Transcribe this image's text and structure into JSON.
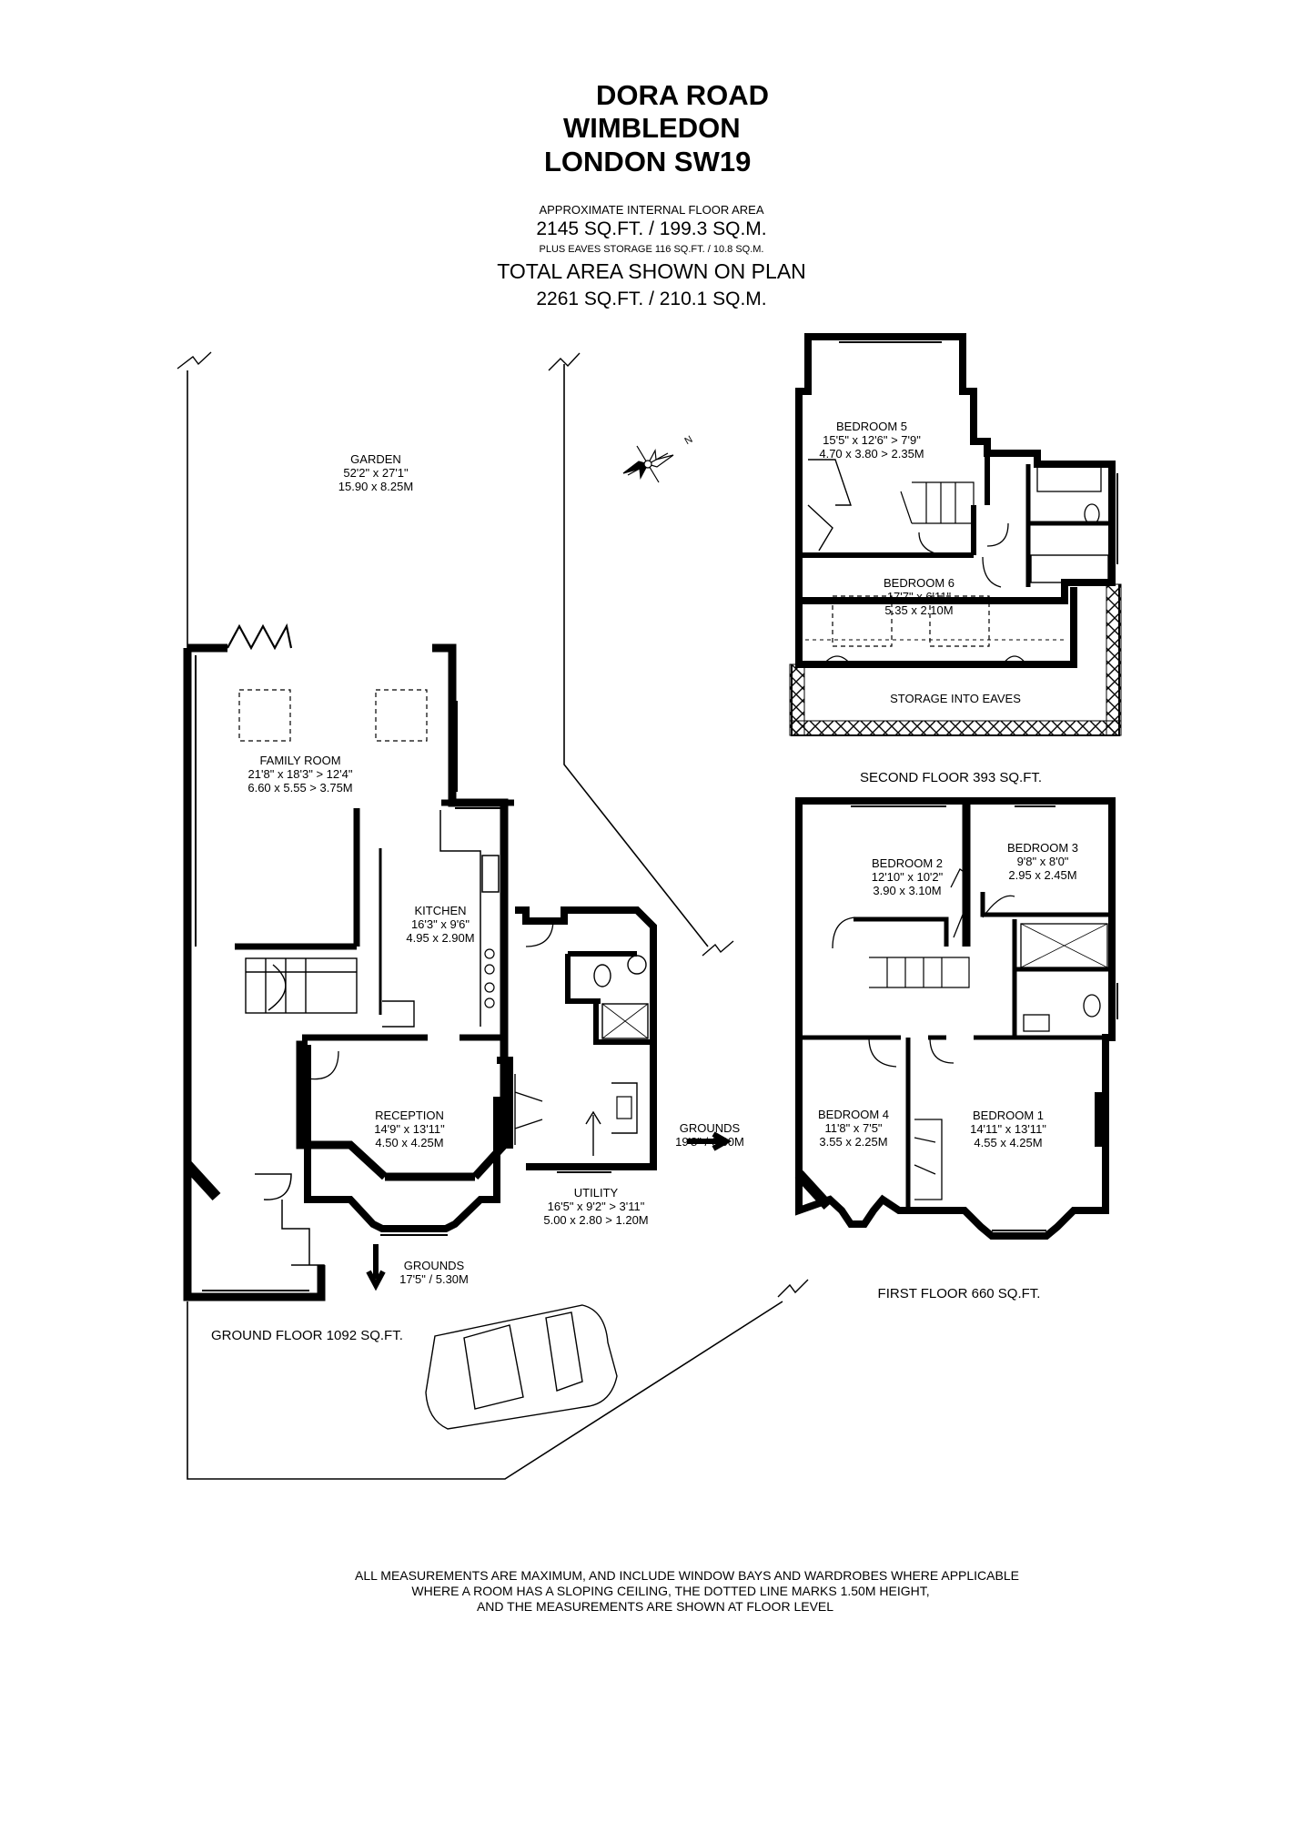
{
  "title": {
    "line1": "DORA ROAD",
    "line2": "WIMBLEDON",
    "line3": "LONDON SW19"
  },
  "area": {
    "label": "APPROXIMATE INTERNAL FLOOR AREA",
    "internal": "2145 SQ.FT. / 199.3 SQ.M.",
    "eaves": "PLUS EAVES STORAGE 116 SQ.FT. / 10.8 SQ.M.",
    "total_label": "TOTAL AREA SHOWN ON PLAN",
    "total": "2261 SQ.FT. / 210.1 SQ.M."
  },
  "rooms": {
    "garden": {
      "name": "GARDEN",
      "imperial": "52'2\" x 27'1\"",
      "metric": "15.90 x 8.25M"
    },
    "family_room": {
      "name": "FAMILY ROOM",
      "imperial": "21'8\" x 18'3\" > 12'4\"",
      "metric": "6.60 x 5.55 > 3.75M"
    },
    "kitchen": {
      "name": "KITCHEN",
      "imperial": "16'3\" x 9'6\"",
      "metric": "4.95 x 2.90M"
    },
    "reception": {
      "name": "RECEPTION",
      "imperial": "14'9\" x 13'11\"",
      "metric": "4.50 x 4.25M"
    },
    "utility": {
      "name": "UTILITY",
      "imperial": "16'5\" x 9'2\" > 3'11\"",
      "metric": "5.00 x 2.80 > 1.20M"
    },
    "grounds_side": {
      "name": "GROUNDS",
      "dims": "19'8\" / 6.00M"
    },
    "grounds_front": {
      "name": "GROUNDS",
      "dims": "17'5\" / 5.30M"
    },
    "bedroom5": {
      "name": "BEDROOM 5",
      "imperial": "15'5\" x 12'6\" > 7'9\"",
      "metric": "4.70 x 3.80 > 2.35M"
    },
    "bedroom6": {
      "name": "BEDROOM 6",
      "imperial": "17'7\" x 6'11\"",
      "metric": "5.35 x 2.10M"
    },
    "storage": {
      "name": "STORAGE INTO EAVES"
    },
    "bedroom2": {
      "name": "BEDROOM 2",
      "imperial": "12'10\" x 10'2\"",
      "metric": "3.90 x 3.10M"
    },
    "bedroom3": {
      "name": "BEDROOM 3",
      "imperial": "9'8\" x 8'0\"",
      "metric": "2.95 x 2.45M"
    },
    "bedroom4": {
      "name": "BEDROOM 4",
      "imperial": "11'8\" x 7'5\"",
      "metric": "3.55 x 2.25M"
    },
    "bedroom1": {
      "name": "BEDROOM 1",
      "imperial": "14'11\" x 13'11\"",
      "metric": "4.55 x 4.25M"
    }
  },
  "floors": {
    "ground": "GROUND FLOOR 1092 SQ.FT.",
    "first": "FIRST FLOOR 660 SQ.FT.",
    "second": "SECOND FLOOR 393 SQ.FT."
  },
  "compass": {
    "label": "N"
  },
  "notes": {
    "line1": "ALL MEASUREMENTS ARE MAXIMUM, AND INCLUDE WINDOW BAYS AND WARDROBES WHERE APPLICABLE",
    "line2": "WHERE A ROOM HAS A SLOPING CEILING, THE DOTTED LINE MARKS 1.50M HEIGHT,",
    "line3": "AND THE MEASUREMENTS ARE SHOWN AT FLOOR LEVEL"
  }
}
